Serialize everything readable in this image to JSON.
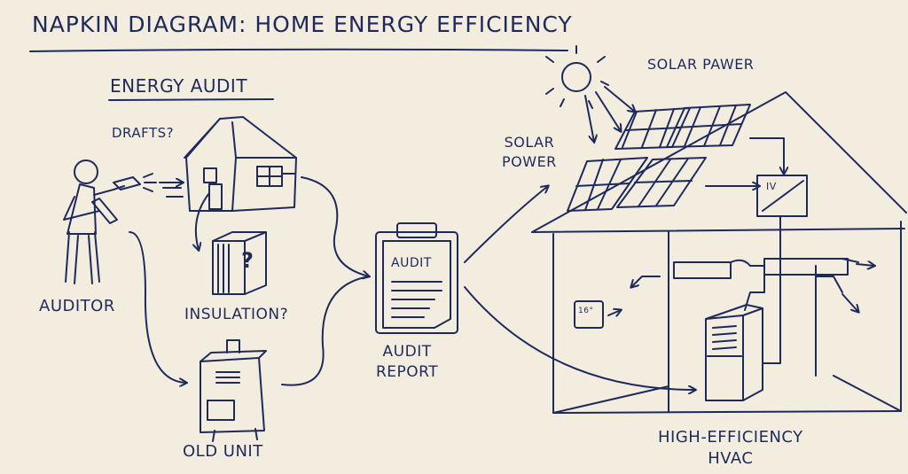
{
  "title": "NAPKIN DIAGRAM: HOME ENERGY EFFICIENCY",
  "labels": {
    "energy_audit": "ENERGY AUDIT",
    "drafts": "DRAFTS?",
    "auditor": "AUDITOR",
    "insulation": "INSULATION?",
    "old_unit": "OLD UNIT",
    "audit_report_line1": "AUDIT",
    "audit_report_line2": "REPORT",
    "clipboard_text": "AUDIT",
    "solar_paw": "SOLAR PAWER",
    "solar_power_line1": "SOLAR",
    "solar_power_line2": "POWER",
    "inverter": "IV",
    "thermostat": "16°",
    "hvac_line1": "HIGH-EFFICIENCY",
    "hvac_line2": "HVAC",
    "insulation_mark": "?"
  },
  "colors": {
    "ink": "#1f2a5c",
    "paper": "#f3ede0"
  }
}
